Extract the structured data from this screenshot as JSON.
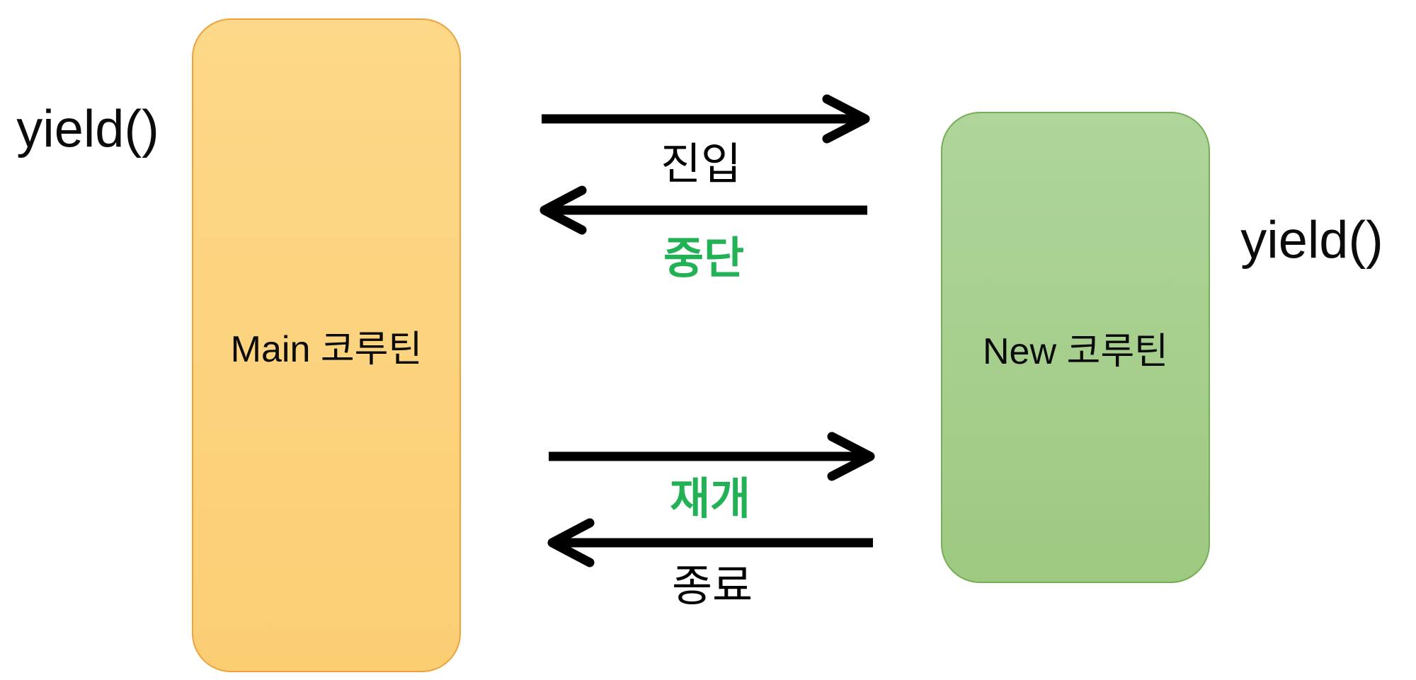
{
  "diagram": {
    "yield_left": "yield()",
    "yield_right": "yield()",
    "boxes": {
      "main": {
        "label": "Main 코루틴",
        "fill": "#FCD17E",
        "border": "#EDA33B"
      },
      "new": {
        "label": "New 코루틴",
        "fill": "#A6CF8D",
        "border": "#74AE55"
      }
    },
    "transitions": {
      "enter": {
        "label": "진입",
        "direction": "left-to-right",
        "label_color": "#000000"
      },
      "suspend": {
        "label": "중단",
        "direction": "right-to-left",
        "label_color": "#22B155"
      },
      "resume": {
        "label": "재개",
        "direction": "left-to-right",
        "label_color": "#22B155"
      },
      "exit": {
        "label": "종료",
        "direction": "right-to-left",
        "label_color": "#000000"
      }
    },
    "colors": {
      "arrow": "#000000",
      "text": "#000000",
      "accent_green": "#22B155",
      "background": "#FFFFFF"
    }
  }
}
